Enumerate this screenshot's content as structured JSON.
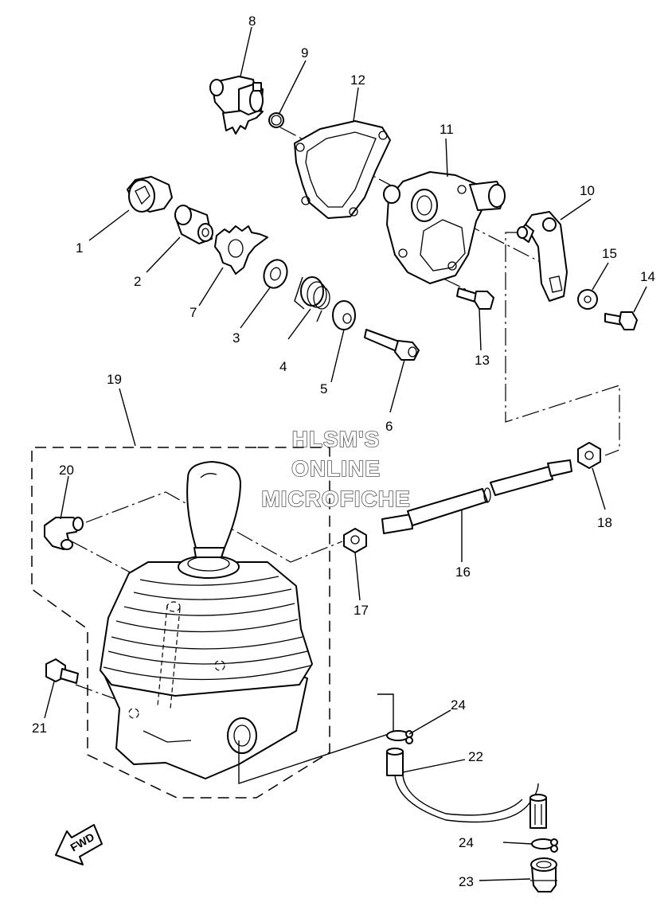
{
  "watermark": {
    "line1": "HLSM'S",
    "line2": "ONLINE",
    "line3": "MICROFICHE"
  },
  "direction_badge": "FWD",
  "callouts": [
    {
      "id": "1",
      "label": "1"
    },
    {
      "id": "2",
      "label": "2"
    },
    {
      "id": "3",
      "label": "3"
    },
    {
      "id": "4",
      "label": "4"
    },
    {
      "id": "5",
      "label": "5"
    },
    {
      "id": "6",
      "label": "6"
    },
    {
      "id": "7",
      "label": "7"
    },
    {
      "id": "8",
      "label": "8"
    },
    {
      "id": "9",
      "label": "9"
    },
    {
      "id": "10",
      "label": "10"
    },
    {
      "id": "11",
      "label": "11"
    },
    {
      "id": "12",
      "label": "12"
    },
    {
      "id": "13",
      "label": "13"
    },
    {
      "id": "14",
      "label": "14"
    },
    {
      "id": "15",
      "label": "15"
    },
    {
      "id": "16",
      "label": "16"
    },
    {
      "id": "17",
      "label": "17"
    },
    {
      "id": "18",
      "label": "18"
    },
    {
      "id": "19",
      "label": "19"
    },
    {
      "id": "20",
      "label": "20"
    },
    {
      "id": "21",
      "label": "21"
    },
    {
      "id": "22",
      "label": "22"
    },
    {
      "id": "23",
      "label": "23"
    },
    {
      "id": "24a",
      "label": "24"
    },
    {
      "id": "24b",
      "label": "24"
    }
  ]
}
